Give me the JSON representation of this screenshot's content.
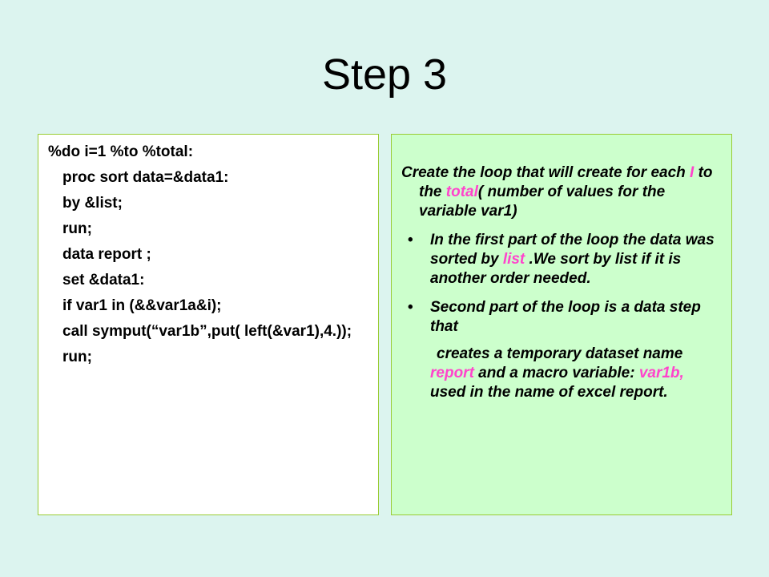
{
  "slide": {
    "title": "Step 3"
  },
  "code_panel": {
    "lines": [
      "%do i=1 %to %total:",
      "proc sort data=&data1:",
      "by &list;",
      "run;",
      "data  report ;",
      "set &data1:",
      "if var1 in (&&var1a&i);",
      "call symput(“var1b”,put( left(&var1),4.));",
      "run;"
    ]
  },
  "notes_panel": {
    "intro": {
      "t1": "Create  the loop that will create for each ",
      "h1": "I",
      "t2": " to the ",
      "h2": "total",
      "t3": "( number of values for the variable var1)"
    },
    "bullet1": {
      "t1": "In the first part of the loop the data was sorted by ",
      "h1": "list",
      "t2": " .We sort by list if it is another order needed."
    },
    "bullet2": {
      "t1": "Second part of the loop is a data step that"
    },
    "continuation": {
      "t1": "creates a temporary dataset name ",
      "h1": "report",
      "t2": " and a macro variable:  ",
      "h2": "var1b,",
      "t3": " used in the name of excel report."
    },
    "bullet_glyph": "•"
  },
  "colors": {
    "background": "#dcf4ef",
    "code_panel_bg": "#ffffff",
    "notes_panel_bg": "#ccffcc",
    "panel_border": "#99cc33",
    "highlight": "#ff44cc"
  }
}
